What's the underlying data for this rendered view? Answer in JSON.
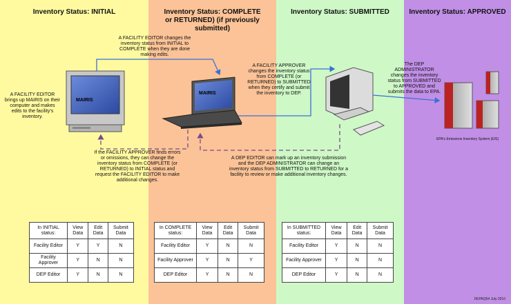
{
  "headers": {
    "initial": "Inventory Status: INITIAL",
    "complete_line1": "Inventory Status: COMPLETE",
    "complete_line2": "or RETURNED) (if previously submitted)",
    "submitted": "Inventory Status: SUBMITTED",
    "approved": "Inventory Status: APPROVED"
  },
  "computer_labels": {
    "desktop": "MAIRIS",
    "laptop": "MAIRIS"
  },
  "notes": {
    "editor_brings_up": "A FACILITY EDITOR brings up MAIRIS on their computer and makes edits to the facility's inventory.",
    "editor_changes": "A FACILITY EDITOR changes the inventory status from INITIAL to COMPLETE when they are done making edits.",
    "approver_changes": "A FACILITY APPROVER changes the inventory status from COMPLETE (or RETURNED) to SUBMITTED when they certify and submit the inventory to DEP.",
    "dep_admin": "The DEP ADMINISTRATOR changes the inventory status from SUBMITTED to APPROVED and submits the data to EPA.",
    "approver_finds": "If the FACILITY APPROVER finds errors or omissions, they can change the inventory status from COMPLETE (or RETURNED) to INITIAL status and request the FACILITY EDITOR to make additional changes.",
    "dep_editor": "A DEP EDITOR can mark up an inventory submission and the DEP ADMINISTRATOR can change an inventory status from SUBMITTED to RETURNED for a facility to review or make additional inventory changes.",
    "eis": "EPA's Emissions Inventory System (EIS)"
  },
  "tables": {
    "initial": {
      "status": "In INITIAL status:",
      "cols": [
        "View Data",
        "Edit Data",
        "Submit Data"
      ],
      "rows": [
        {
          "role": "Facility Editor",
          "v": "Y",
          "e": "Y",
          "s": "N"
        },
        {
          "role": "Facility Approver",
          "v": "Y",
          "e": "N",
          "s": "N"
        },
        {
          "role": "DEP Editor",
          "v": "Y",
          "e": "N",
          "s": "N"
        }
      ]
    },
    "complete": {
      "status": "In COMPLETE status:",
      "cols": [
        "View Data",
        "Edit Data",
        "Submit Data"
      ],
      "rows": [
        {
          "role": "Facility Editor",
          "v": "Y",
          "e": "N",
          "s": "N"
        },
        {
          "role": "Facility Approver",
          "v": "Y",
          "e": "N",
          "s": "Y"
        },
        {
          "role": "DEP Editor",
          "v": "Y",
          "e": "N",
          "s": "N"
        }
      ]
    },
    "submitted": {
      "status": "In SUBMITTED status:",
      "cols": [
        "View Data",
        "Edit Data",
        "Submit Data"
      ],
      "rows": [
        {
          "role": "Facility Editor",
          "v": "Y",
          "e": "N",
          "s": "N"
        },
        {
          "role": "Facility Approver",
          "v": "Y",
          "e": "N",
          "s": "N"
        },
        {
          "role": "DEP Editor",
          "v": "Y",
          "e": "N",
          "s": "N"
        }
      ]
    }
  },
  "footer": "DEPAQ64 July 2010"
}
